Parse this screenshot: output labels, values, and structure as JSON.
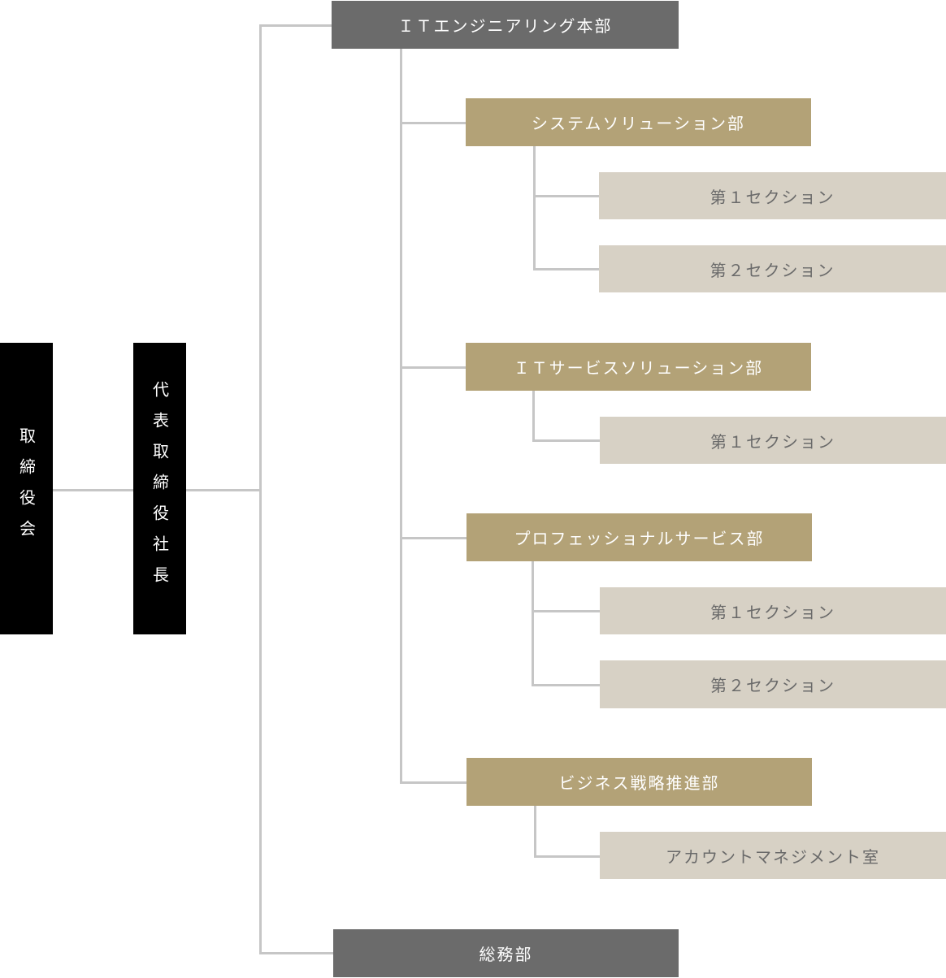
{
  "board": {
    "label": "取締役会"
  },
  "president": {
    "label": "代表取締役社長"
  },
  "divisions": [
    {
      "label": "ＩＴエンジニアリング本部",
      "departments": [
        {
          "label": "システムソリューション部",
          "sections": [
            "第１セクション",
            "第２セクション"
          ]
        },
        {
          "label": "ＩＴサービスソリューション部",
          "sections": [
            "第１セクション"
          ]
        },
        {
          "label": "プロフェッショナルサービス部",
          "sections": [
            "第１セクション",
            "第２セクション"
          ]
        },
        {
          "label": "ビジネス戦略推進部",
          "sections": [
            "アカウントマネジメント室"
          ]
        }
      ]
    },
    {
      "label": "総務部"
    }
  ],
  "colors": {
    "executive": "#000000",
    "division": "#6b6b6b",
    "department": "#b3a277",
    "section": "#d7d1c5",
    "connector": "#c6c6c6"
  }
}
